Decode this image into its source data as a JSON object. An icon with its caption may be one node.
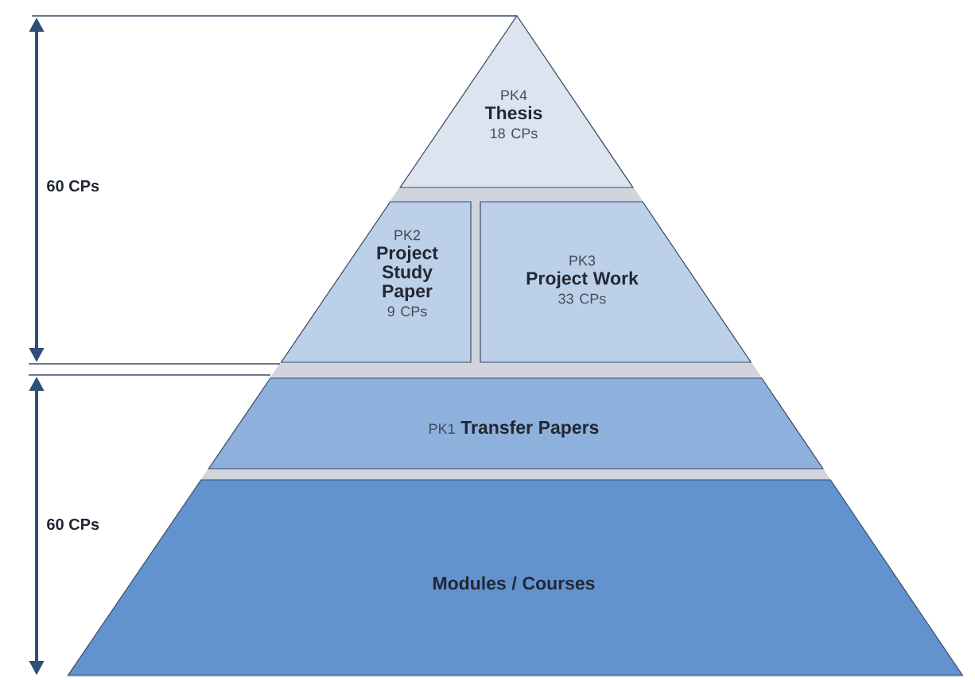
{
  "diagram": {
    "nodes": [
      {
        "text": [
          "PK4",
          "Thesis",
          "18 CPs"
        ]
      },
      {
        "text": [
          "PK2",
          "Project Study Paper",
          "9 CPs"
        ]
      },
      {
        "text": [
          "PK3",
          "Project Work",
          "33 CPs"
        ]
      },
      {
        "text": [
          "PK1",
          "Transfer Papers"
        ]
      },
      {
        "text": [
          "Modules / Courses"
        ]
      }
    ],
    "labels": [
      "60 CPs",
      "60 CPs"
    ]
  }
}
